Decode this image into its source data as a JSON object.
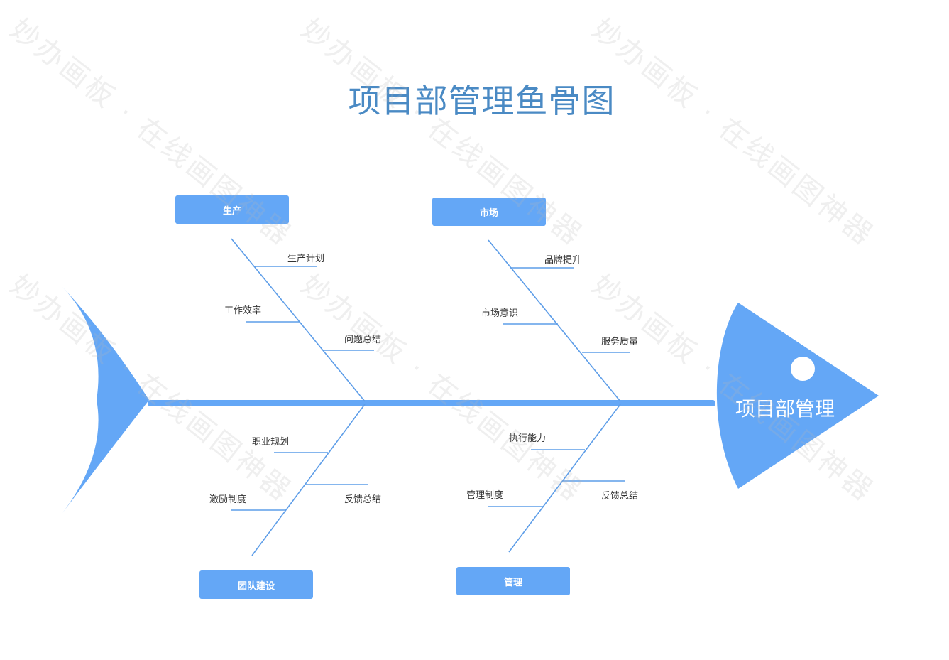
{
  "title": "项目部管理鱼骨图",
  "head_label": "项目部管理",
  "categories": {
    "production": "生产",
    "market": "市场",
    "team": "团队建设",
    "management": "管理"
  },
  "causes": {
    "production_plan": "生产计划",
    "work_efficiency": "工作效率",
    "problem_summary": "问题总结",
    "brand_boost": "品牌提升",
    "market_awareness": "市场意识",
    "service_quality": "服务质量",
    "career_planning": "职业规划",
    "incentive_system": "激励制度",
    "feedback_summary_team": "反馈总结",
    "execution_ability": "执行能力",
    "management_system": "管理制度",
    "feedback_summary_mgmt": "反馈总结"
  },
  "watermark": "妙办画板 · 在线画图神器",
  "colors": {
    "fish": "#64a7f6",
    "line": "#5d9de8",
    "title": "#4a8ac4"
  }
}
